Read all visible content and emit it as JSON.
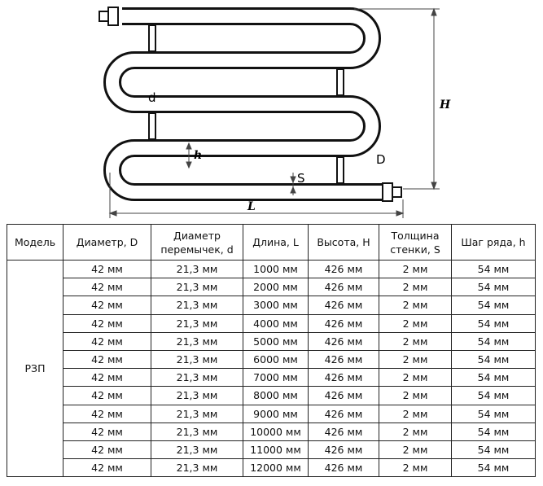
{
  "drawing": {
    "labels": {
      "height": "H",
      "length": "L",
      "pitch": "h",
      "jumper_diameter": "d",
      "diameter": "D",
      "wall": "S"
    }
  },
  "table": {
    "headers": [
      [
        "Модель"
      ],
      [
        "Диаметр, D"
      ],
      [
        "Диаметр",
        "перемычек, d"
      ],
      [
        "Длина, L"
      ],
      [
        "Высота, H"
      ],
      [
        "Толщина",
        "стенки, S"
      ],
      [
        "Шаг ряда, h"
      ]
    ],
    "model": "РЗП",
    "rows": [
      [
        "42 мм",
        "21,3 мм",
        "1000 мм",
        "426 мм",
        "2 мм",
        "54 мм"
      ],
      [
        "42 мм",
        "21,3 мм",
        "2000 мм",
        "426 мм",
        "2 мм",
        "54 мм"
      ],
      [
        "42 мм",
        "21,3 мм",
        "3000 мм",
        "426 мм",
        "2 мм",
        "54 мм"
      ],
      [
        "42 мм",
        "21,3 мм",
        "4000 мм",
        "426 мм",
        "2 мм",
        "54 мм"
      ],
      [
        "42 мм",
        "21,3 мм",
        "5000 мм",
        "426 мм",
        "2 мм",
        "54 мм"
      ],
      [
        "42 мм",
        "21,3 мм",
        "6000 мм",
        "426 мм",
        "2 мм",
        "54 мм"
      ],
      [
        "42 мм",
        "21,3 мм",
        "7000 мм",
        "426 мм",
        "2 мм",
        "54 мм"
      ],
      [
        "42 мм",
        "21,3 мм",
        "8000 мм",
        "426 мм",
        "2 мм",
        "54 мм"
      ],
      [
        "42 мм",
        "21,3 мм",
        "9000 мм",
        "426 мм",
        "2 мм",
        "54 мм"
      ],
      [
        "42 мм",
        "21,3 мм",
        "10000 мм",
        "426 мм",
        "2 мм",
        "54 мм"
      ],
      [
        "42 мм",
        "21,3 мм",
        "11000 мм",
        "426 мм",
        "2 мм",
        "54 мм"
      ],
      [
        "42 мм",
        "21,3 мм",
        "12000 мм",
        "426 мм",
        "2 мм",
        "54 мм"
      ]
    ]
  }
}
